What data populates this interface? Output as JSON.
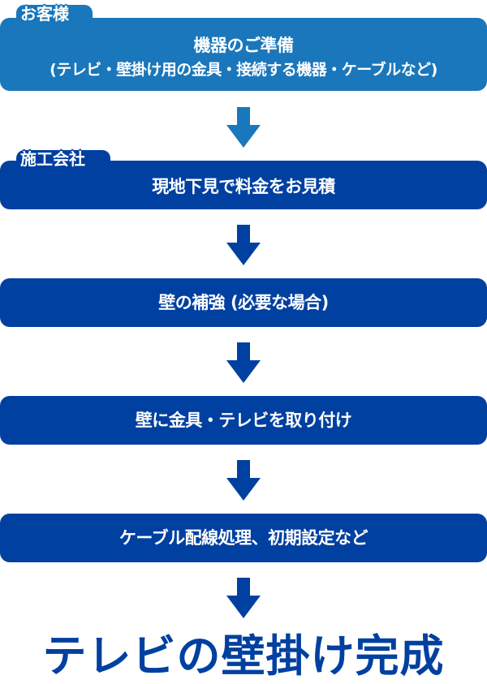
{
  "flow": {
    "steps": [
      {
        "actor": "お客様",
        "lines": [
          "機器のご準備",
          "(テレビ・壁掛け用の金具・接続する機器・ケーブルなど)"
        ]
      },
      {
        "actor": "施工会社",
        "lines": [
          "現地下見で料金をお見積"
        ]
      },
      {
        "lines": [
          "壁の補強 (必要な場合)"
        ]
      },
      {
        "lines": [
          "壁に金具・テレビを取り付け"
        ]
      },
      {
        "lines": [
          "ケーブル配線処理、初期設定など"
        ]
      }
    ],
    "result": "テレビの壁掛け完成"
  },
  "colors": {
    "customer_blue": "#1a77bb",
    "company_blue": "#0040a0",
    "text_on_box": "#ffffff"
  },
  "icons": {
    "arrow": "arrow-down-icon"
  }
}
